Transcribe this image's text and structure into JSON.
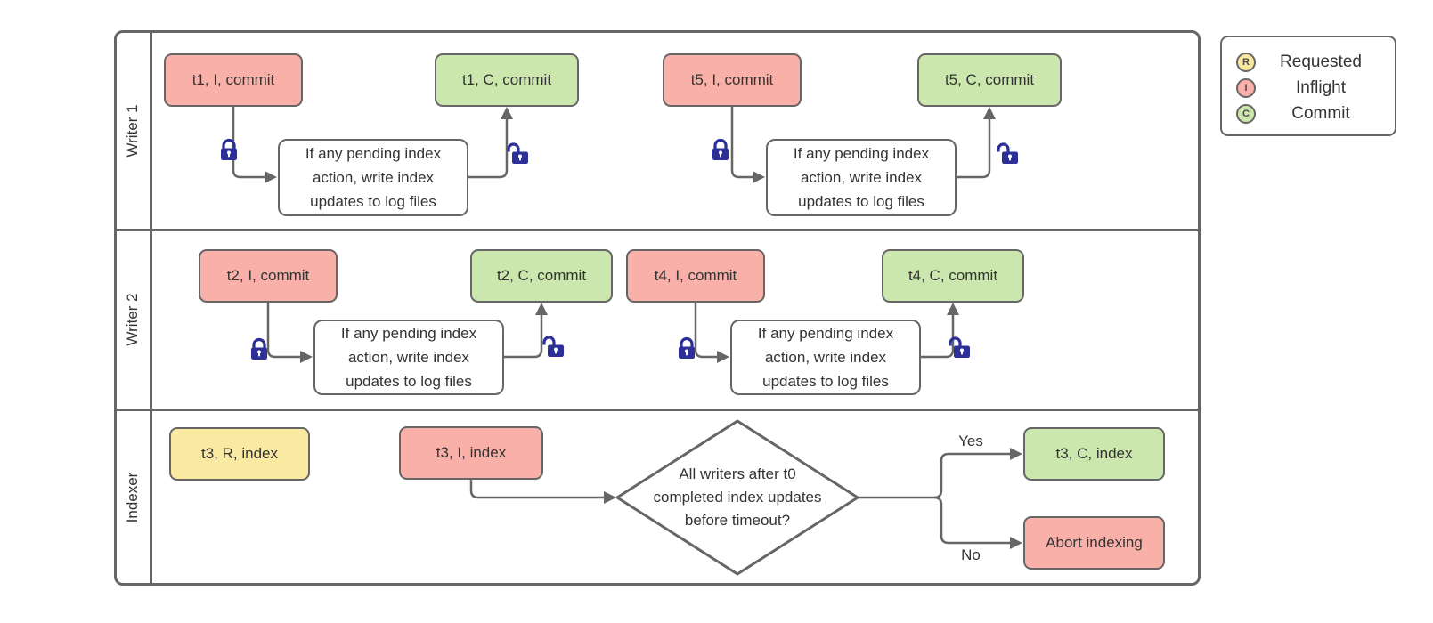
{
  "diagram": {
    "lanes": [
      {
        "label": "Writer 1"
      },
      {
        "label": "Writer 2"
      },
      {
        "label": "Indexer"
      }
    ],
    "nodes": {
      "t1_inflight": "t1, I, commit",
      "t1_commit": "t1, C, commit",
      "t5_inflight": "t5, I, commit",
      "t5_commit": "t5, C, commit",
      "t2_inflight": "t2, I, commit",
      "t2_commit": "t2, C, commit",
      "t4_inflight": "t4, I, commit",
      "t4_commit": "t4, C, commit",
      "t3_requested": "t3, R, index",
      "t3_inflight": "t3, I, index",
      "t3_commit": "t3, C, index",
      "abort": "Abort indexing",
      "pending_index_action": "If any pending index\naction, write index\nupdates to log files",
      "decision": "All writers after t0\ncompleted index updates\nbefore timeout?"
    },
    "edge_labels": {
      "yes": "Yes",
      "no": "No"
    },
    "legend": {
      "items": [
        {
          "symbol": "R",
          "label": "Requested",
          "color": "#FAE9A0"
        },
        {
          "symbol": "I",
          "label": "Inflight",
          "color": "#F9B0A9"
        },
        {
          "symbol": "C",
          "label": "Commit",
          "color": "#CBE7AE"
        }
      ]
    },
    "colors": {
      "requested": "#FAE9A0",
      "inflight": "#F9B0A9",
      "commit": "#CBE7AE",
      "stroke": "#666666",
      "lock": "#2B2F97"
    }
  }
}
